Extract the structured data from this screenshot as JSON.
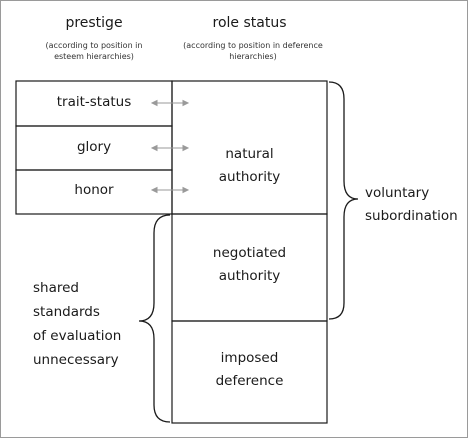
{
  "headers": {
    "prestige": "prestige",
    "prestige_note": "(according to position in esteem hierarchies)",
    "role_status": "role status",
    "role_status_note": "(according to position in deference hierarchies)"
  },
  "prestige_boxes": [
    "trait-status",
    "glory",
    "honor"
  ],
  "role_boxes": {
    "natural": [
      "natural",
      "authority"
    ],
    "negotiated": [
      "negotiated",
      "authority"
    ],
    "imposed": [
      "imposed",
      "deference"
    ]
  },
  "right_label": [
    "voluntary",
    "subordination"
  ],
  "left_label": [
    "shared",
    "standards",
    "of evaluation",
    "unnecessary"
  ],
  "colors": {
    "line": "#1a1a1a",
    "arrow": "#9a9a9a",
    "frame": "#9a9a9a"
  }
}
